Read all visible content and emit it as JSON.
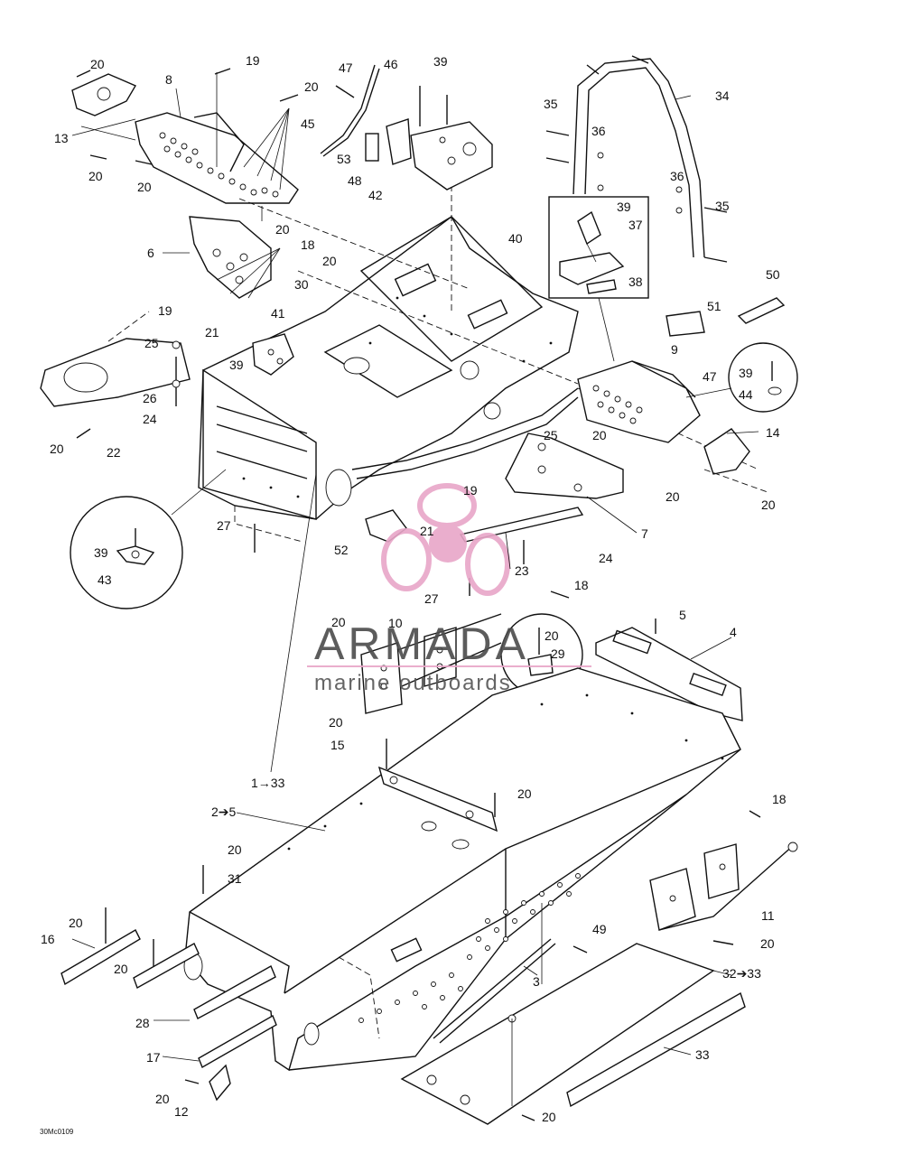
{
  "watermark": {
    "brand": "ARMADA",
    "tagline": "marine outboards",
    "color": "#e8a6c8"
  },
  "drawing_code": "30Mc0109",
  "callouts": {
    "c20": "20",
    "c19": "19",
    "c8": "8",
    "c13": "13",
    "c47": "47",
    "c46": "46",
    "c39": "39",
    "c45": "45",
    "c53": "53",
    "c48": "48",
    "c42": "42",
    "c35": "35",
    "c36": "36",
    "c34": "34",
    "c37": "37",
    "c38": "38",
    "c40": "40",
    "c6": "6",
    "c18": "18",
    "c30": "30",
    "c50": "50",
    "c51": "51",
    "c41": "41",
    "c25": "25",
    "c26": "26",
    "c24": "24",
    "c22": "22",
    "c21": "21",
    "c9": "9",
    "c44": "44",
    "c14": "14",
    "c7": "7",
    "c27": "27",
    "c43": "43",
    "c52": "52",
    "c23": "23",
    "c10": "10",
    "c29": "29",
    "c5": "5",
    "c4": "4",
    "c15": "15",
    "c1_33": "1→33",
    "c2_5": "2➔5",
    "c31": "31",
    "c16": "16",
    "c28": "28",
    "c17": "17",
    "c12": "12",
    "c11": "11",
    "c49": "49",
    "c3": "3",
    "c32_33": "32➔33",
    "c33": "33"
  }
}
